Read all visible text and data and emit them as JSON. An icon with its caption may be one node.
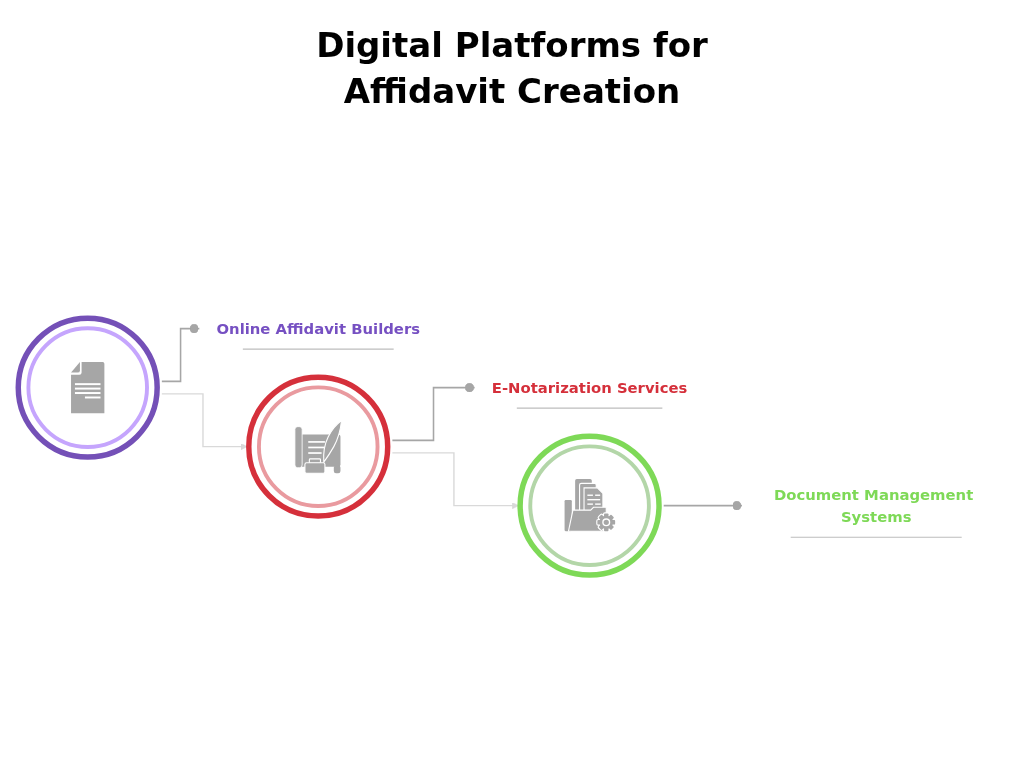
{
  "diagram": {
    "title": "Digital Platforms for Affidavit Creation",
    "nodes": [
      {
        "text": [],
        "shape": "circle"
      },
      {
        "text": [
          "Online Affidavit Builders"
        ]
      },
      {
        "text": [],
        "shape": "circle"
      },
      {
        "text": [
          "E-Notarization Services"
        ]
      },
      {
        "text": [],
        "shape": "circle"
      },
      {
        "text": [
          "Document Management Systems"
        ]
      }
    ],
    "edges": [
      {
        "from": 0,
        "to": 1,
        "arrow": "other"
      },
      {
        "from": 0,
        "to": 2,
        "arrow": "to",
        "color": "#d9d9d9"
      },
      {
        "from": 2,
        "to": 3,
        "arrow": "other"
      },
      {
        "from": 2,
        "to": 4,
        "arrow": "to",
        "color": "#d9d9d9"
      },
      {
        "from": 4,
        "to": 5,
        "arrow": "other"
      }
    ]
  }
}
